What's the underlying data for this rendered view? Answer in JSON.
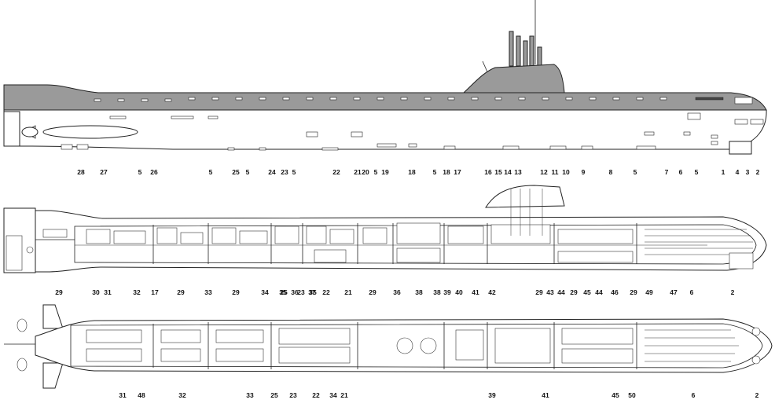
{
  "labels_section": [
    "28",
    "27",
    "5",
    "26",
    "5",
    "25",
    "5",
    "24",
    "23",
    "5",
    "22",
    "21",
    "20",
    "5",
    "19",
    "18",
    "5",
    "18",
    "17",
    "16",
    "15",
    "14",
    "13",
    "12",
    "11",
    "10",
    "9",
    "8",
    "5",
    "7",
    "6",
    "5",
    "4",
    "3",
    "2",
    "1"
  ],
  "labels_section_bottom": [
    "29",
    "30",
    "31",
    "32",
    "17",
    "29",
    "33",
    "29",
    "34",
    "35",
    "36",
    "37",
    "29",
    "36",
    "38",
    "39",
    "40",
    "41",
    "42",
    "29",
    "43",
    "44",
    "29",
    "45",
    "44",
    "46",
    "29",
    "47"
  ],
  "labels_plan": [
    "25",
    "23",
    "35",
    "22",
    "21",
    "38",
    "49",
    "6",
    "2"
  ],
  "labels_plan_bottom": [
    "31",
    "48",
    "32",
    "33",
    "25",
    "23",
    "22",
    "34",
    "21",
    "39",
    "41",
    "45",
    "50",
    "6",
    "2"
  ]
}
